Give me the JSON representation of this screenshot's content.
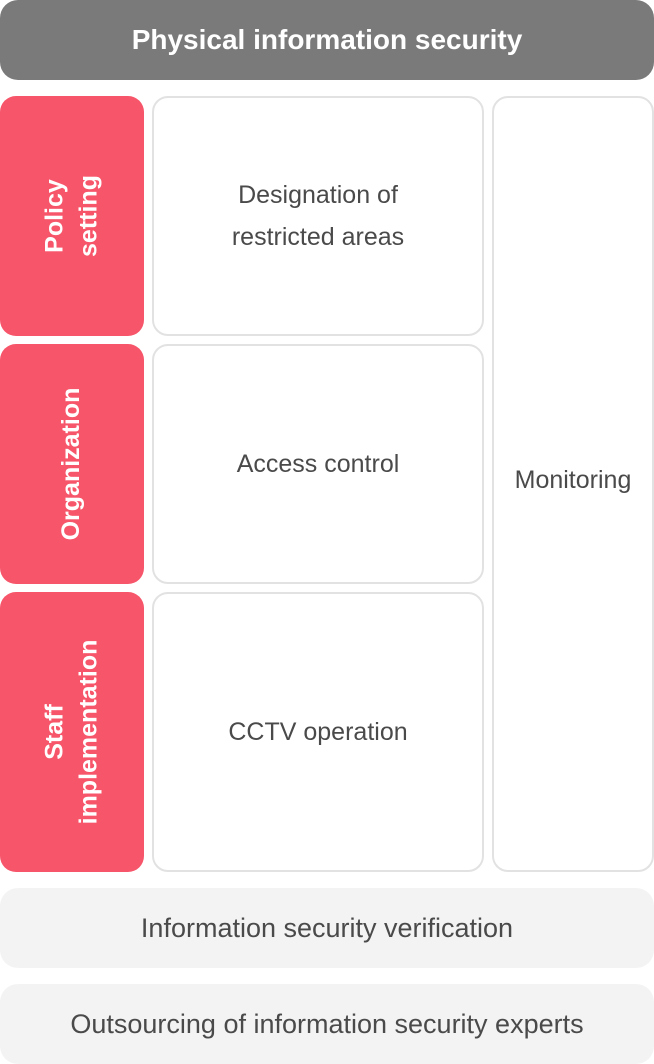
{
  "header": {
    "title": "Physical information security"
  },
  "rows": [
    {
      "category": "Policy\nsetting",
      "item": "Designation of\nrestricted areas"
    },
    {
      "category": "Organization",
      "item": "Access control"
    },
    {
      "category": "Staff\nimplementation",
      "item": "CCTV operation"
    }
  ],
  "side": {
    "label": "Monitoring"
  },
  "footer": {
    "verification": "Information security verification",
    "outsourcing": "Outsourcing of information security experts"
  },
  "colors": {
    "header": "#7a7a7a",
    "category": "#f7556a",
    "footer": "#f3f3f3"
  }
}
